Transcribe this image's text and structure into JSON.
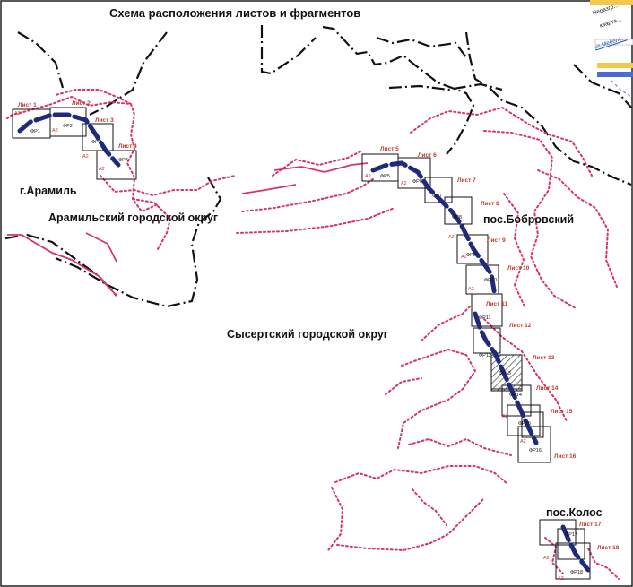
{
  "title": "Схема расположения листов и фрагментов",
  "places": {
    "aramil": "г.Арамиль",
    "bobrovsky": "пос.Бобровский",
    "kolos": "пос.Колос"
  },
  "regions": {
    "aramil_okrug": "Арамильский городской округ",
    "sysert_okrug": "Сысертский городской округ"
  },
  "legend_fragment": {
    "line1": "Неразгр...",
    "line2": "кварта...",
    "line3": "ул.Мебель..."
  },
  "sheets": [
    "Лист 1",
    "Лист 2",
    "Лист 3",
    "Лист 4",
    "Лист 5",
    "Лист 6",
    "Лист 7",
    "Лист 8",
    "Лист 9",
    "Лист 10",
    "Лист 11",
    "Лист 12",
    "Лист 13",
    "Лист 14",
    "Лист 15",
    "Лист 16",
    "Лист 17",
    "Лист 18"
  ],
  "fragments": [
    "ФР1",
    "ФР2",
    "ФР3",
    "ФР4",
    "ФР5",
    "ФР6",
    "ФР7",
    "ФР8",
    "ФР9",
    "ФР10",
    "ФР11",
    "ФР12",
    "ФР13",
    "ФР14",
    "ФР15",
    "ФР16",
    "ФР17",
    "ФР18"
  ],
  "format_label": "А2",
  "colors": {
    "boundary": "#111111",
    "dotted": "#d6336c",
    "route": "#1f2a7a",
    "sheet_text": "#c0392b"
  }
}
